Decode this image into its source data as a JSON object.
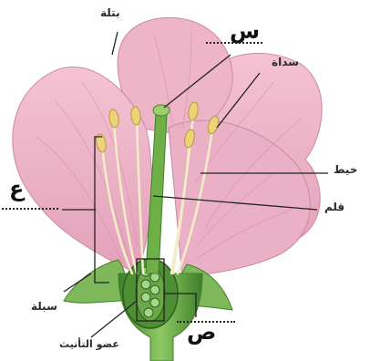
{
  "labels": {
    "petal": "بتلة",
    "anther": "سداة",
    "filament": "خيط",
    "style": "قلم",
    "sepal": "سبلة",
    "pistil": "عضو التأنيث",
    "x_mark": "س",
    "y_mark": "ص",
    "z_mark": "ع"
  },
  "colors": {
    "petal": "#e7a9bf",
    "petal_dark": "#c97b97",
    "green": "#5d9e3c",
    "anther": "#ead37c",
    "leader_line": "#222222"
  }
}
